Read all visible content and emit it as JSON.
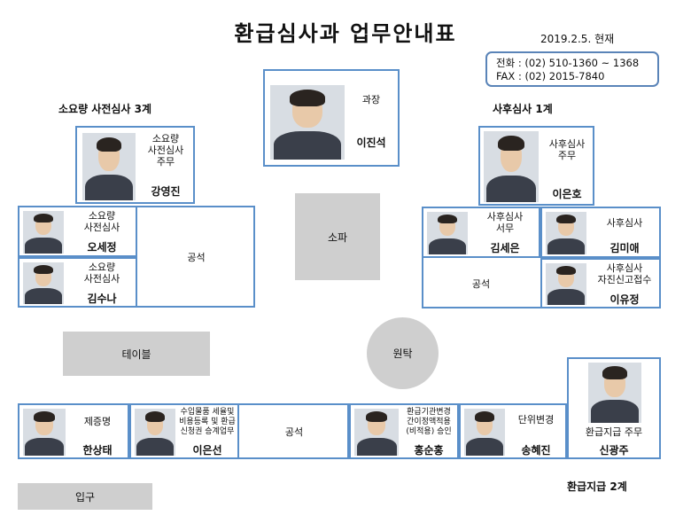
{
  "header": {
    "title": "환급심사과 업무안내표",
    "date": "2019.2.5. 현재",
    "phone": "전화 : (02) 510-1360 ~ 1368",
    "fax": "FAX : (02) 2015-7840"
  },
  "teams": {
    "left_top": "소요량 사전심사 3계",
    "right_top": "사후심사 1계",
    "bottom_right": "환급지급 2계"
  },
  "chief": {
    "role": "과장",
    "name": "이진석"
  },
  "staff": {
    "kang": {
      "role": "소요량\n사전심사\n주무",
      "name": "강영진"
    },
    "oh": {
      "role": "소요량\n사전심사",
      "name": "오세정"
    },
    "kim_suna": {
      "role": "소요량\n사전심사",
      "name": "김수나"
    },
    "lee_eunho": {
      "role": "사후심사\n주무",
      "name": "이은호"
    },
    "kim_seeun": {
      "role": "사후심사\n서무",
      "name": "김세은"
    },
    "kim_miae": {
      "role": "사후심사",
      "name": "김미애"
    },
    "lee_yujeong": {
      "role": "사후심사\n자진신고접수",
      "name": "이유정"
    },
    "han": {
      "role": "제증명",
      "name": "한상태"
    },
    "lee_eunseon": {
      "role": "수입물품 세율및\n비용등록 및 환급\n신청권 승계업무",
      "name": "이은선"
    },
    "hong": {
      "role": "환급기관변경\n간이정액적용\n(비적용) 승인",
      "name": "홍순홍"
    },
    "song": {
      "role": "단위변경",
      "name": "송혜진"
    },
    "shin": {
      "role": "환급지급 주무",
      "name": "신광주"
    }
  },
  "places": {
    "vacant_left": "공석",
    "vacant_right": "공석",
    "vacant_bottom": "공석",
    "sofa": "소파",
    "table": "테이블",
    "round_table": "원탁",
    "entrance": "입구"
  }
}
